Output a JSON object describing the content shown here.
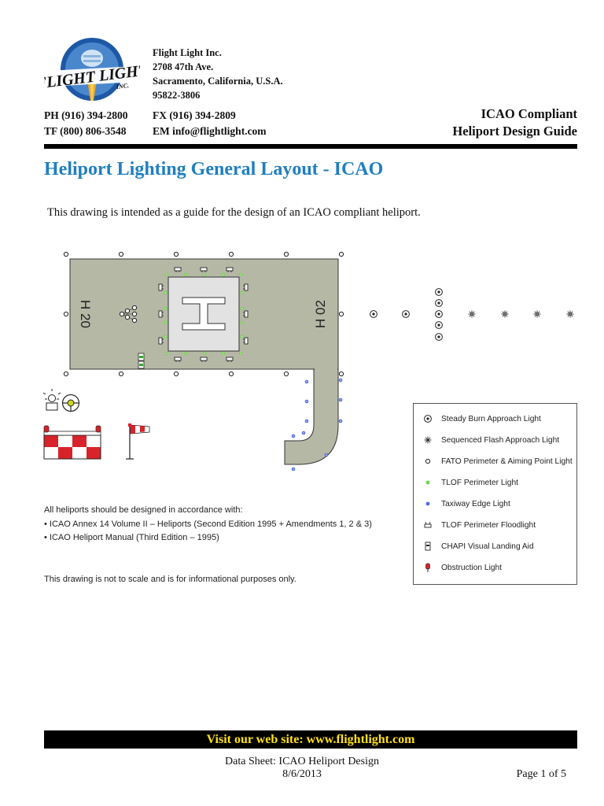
{
  "company": {
    "logo_text": "FLIGHT LIGHT",
    "logo_inc": "INC.",
    "name": "Flight Light Inc.",
    "street": "2708 47th Ave.",
    "city": "Sacramento, California, U.S.A.",
    "zip": "95822-3806",
    "phone": "PH (916) 394-2800",
    "toll_free": "TF (800) 806-3548",
    "fax": "FX (916) 394-2809",
    "email": "EM info@flightlight.com"
  },
  "doc_title": {
    "line1": "ICAO Compliant",
    "line2": "Heliport Design Guide"
  },
  "page_title": "Heliport Lighting General Layout - ICAO",
  "intro": "This drawing is intended as a guide for the design of an ICAO compliant heliport.",
  "drawing": {
    "runway_left_label": "H 20",
    "runway_right_label": "H 02",
    "colors": {
      "pad": "#b5b8a5",
      "tlof": "#e2e2e2",
      "green_light": "#6ed34b",
      "blue_light": "#4f6ee0",
      "windsock_red": "#d8232a"
    }
  },
  "legend": [
    {
      "icon": "steady-burn-icon",
      "label": "Steady Burn Approach Light"
    },
    {
      "icon": "sequenced-flash-icon",
      "label": "Sequenced Flash Approach Light"
    },
    {
      "icon": "fato-perimeter-icon",
      "label": "FATO Perimeter & Aiming Point Light"
    },
    {
      "icon": "tlof-perimeter-icon",
      "label": "TLOF Perimeter Light"
    },
    {
      "icon": "taxiway-edge-icon",
      "label": "Taxiway Edge Light"
    },
    {
      "icon": "floodlight-icon",
      "label": "TLOF Perimeter Floodlight"
    },
    {
      "icon": "chapi-icon",
      "label": "CHAPI Visual Landing Aid"
    },
    {
      "icon": "obstruction-icon",
      "label": "Obstruction Light"
    }
  ],
  "notes": {
    "heading": "All heliports should be designed in accordance with:",
    "items": [
      "•  ICAO Annex 14 Volume II – Heliports (Second Edition 1995 + Amendments 1, 2 & 3)",
      "•  ICAO Heliport Manual (Third Edition – 1995)"
    ]
  },
  "disclaimer": "This drawing is not to scale and is for informational purposes only.",
  "banner": "Visit our web site: www.flightlight.com",
  "footer": {
    "line1": "Data Sheet: ICAO Heliport Design",
    "date": "8/6/2013",
    "page": "Page 1 of 5"
  }
}
